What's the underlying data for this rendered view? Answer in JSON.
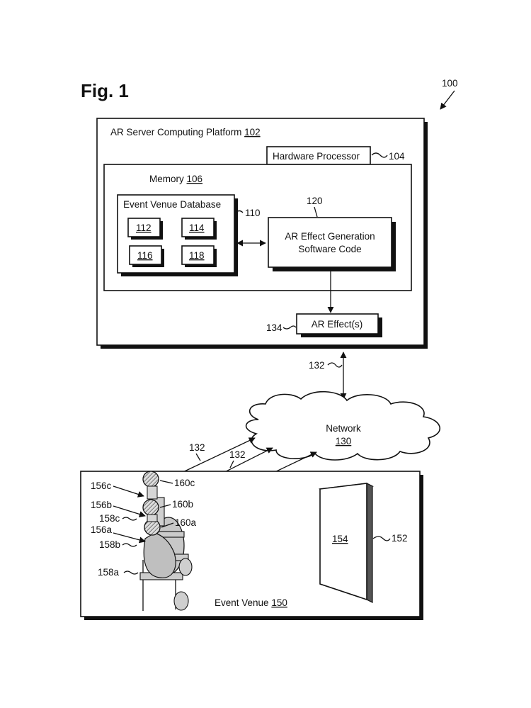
{
  "figure_label": "Fig. 1",
  "system_ref": "100",
  "server_platform": {
    "label": "AR Server Computing Platform",
    "ref": "102"
  },
  "hardware_processor": {
    "label": "Hardware Processor",
    "ref": "104"
  },
  "memory": {
    "label": "Memory",
    "ref": "106"
  },
  "event_venue_database": {
    "label": "Event Venue Database",
    "ref": "110",
    "entries": [
      "112",
      "114",
      "116",
      "118"
    ]
  },
  "software_code": {
    "line1": "AR Effect Generation",
    "line2": "Software Code",
    "ref": "120"
  },
  "ar_effects": {
    "label": "AR Effect(s)",
    "ref": "134"
  },
  "network": {
    "label": "Network",
    "ref": "130"
  },
  "link_ref": "132",
  "event_venue": {
    "label": "Event Venue",
    "ref": "150"
  },
  "display": {
    "screen_ref": "154",
    "wall_ref": "152"
  },
  "attendees": {
    "devices": [
      "156c",
      "156b",
      "156a"
    ],
    "seats": [
      "158c",
      "158b",
      "158a"
    ],
    "wearables": [
      "160c",
      "160b",
      "160a"
    ]
  }
}
